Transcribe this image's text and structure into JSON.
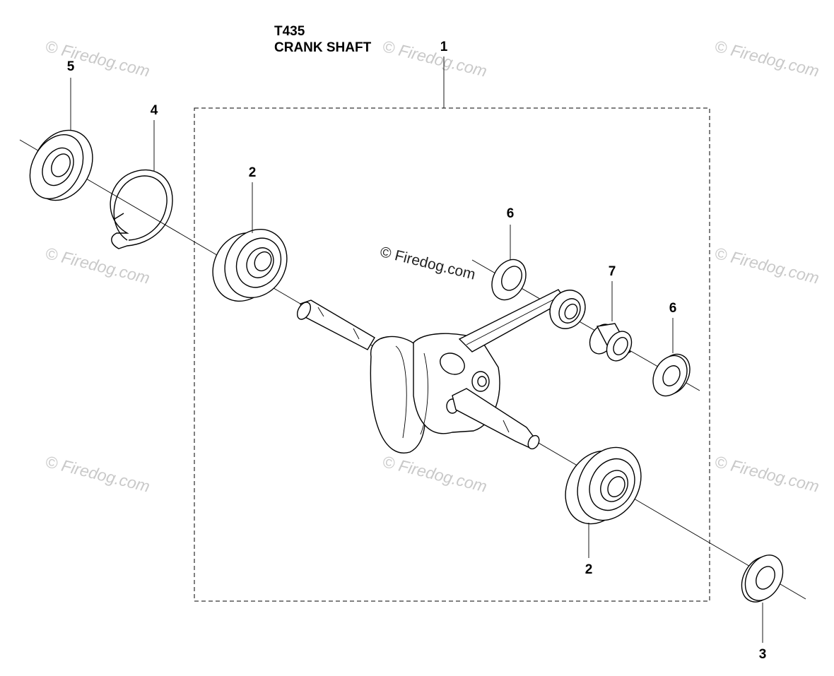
{
  "diagram": {
    "model": "T435",
    "title": "CRANK SHAFT"
  },
  "callouts": {
    "assembly": "1",
    "bearing_left": "2",
    "bearing_right": "2",
    "seal_right": "3",
    "circlip": "4",
    "seal_left": "5",
    "washer_upper": "6",
    "washer_lower": "6",
    "needle_bearing": "7"
  },
  "watermark": {
    "text": "© Firedog.com"
  },
  "colors": {
    "line": "#000000",
    "watermark": "#c9c9c9",
    "background": "#ffffff"
  }
}
